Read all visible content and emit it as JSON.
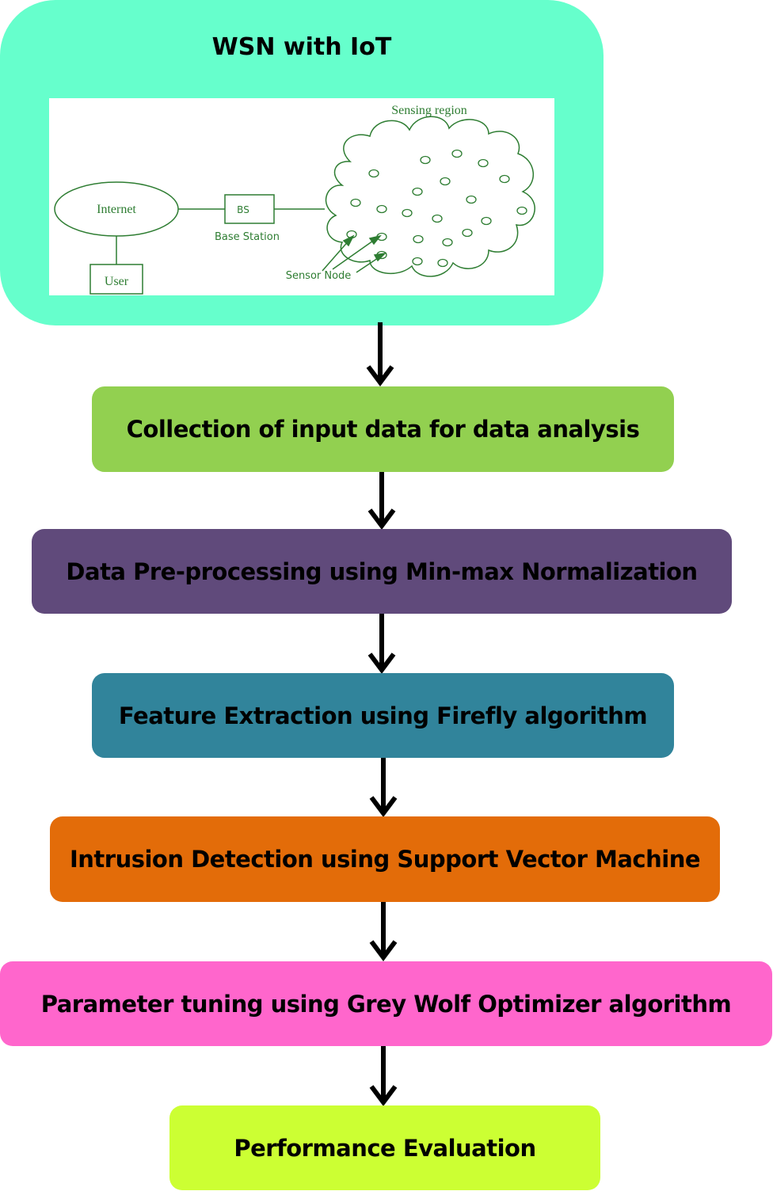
{
  "wsn": {
    "title": "WSN with IoT",
    "figure": {
      "sensing_region": "Sensing region",
      "internet": "Internet",
      "bs": "BS",
      "base_station": "Base Station",
      "user": "User",
      "sensor_node": "Sensor Node"
    }
  },
  "steps": [
    {
      "label": "Collection of input data for data analysis",
      "color": "#92d050"
    },
    {
      "label": "Data Pre-processing using Min-max Normalization",
      "color": "#604a7b"
    },
    {
      "label": "Feature Extraction using Firefly algorithm",
      "color": "#31849b"
    },
    {
      "label": "Intrusion Detection using Support Vector Machine",
      "color": "#e36c09"
    },
    {
      "label": "Parameter tuning using Grey Wolf Optimizer algorithm",
      "color": "#ff66cc"
    },
    {
      "label": "Performance Evaluation",
      "color": "#ccff33"
    }
  ]
}
